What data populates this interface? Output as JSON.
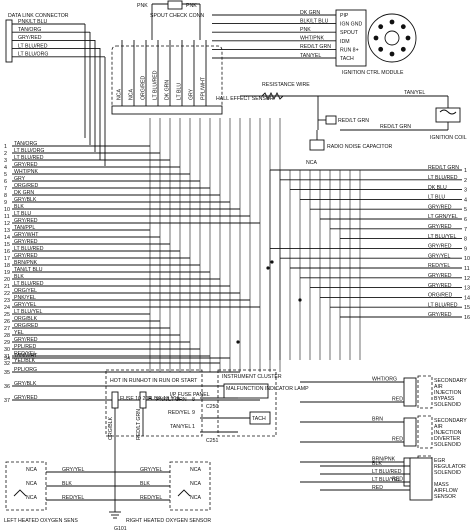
{
  "top": {
    "pnk_left": "PNK",
    "pnk_right": "PNK",
    "spout_check": "SPOUT CHECK CONN"
  },
  "dlc": {
    "title": "DATA LINK CONNECTOR",
    "wires": [
      "PNK/LT BLU",
      "TAN/ORG",
      "GRY/RED",
      "LT BLU/RED",
      "LT BLU/ORG"
    ]
  },
  "hall": {
    "wires": [
      "NCA",
      "NCA",
      "ORG/RED",
      "LT BLU/RED",
      "DK GRN",
      "LT BLU",
      "GRY",
      "PPL/WHT"
    ],
    "label": "HALL EFFECT SENSOR"
  },
  "ignition_module": {
    "inputs": [
      "DK GRN",
      "BLK/LT BLU",
      "PNK",
      "WHT/PNK",
      "RED/LT GRN",
      "TAN/YEL"
    ],
    "pins": [
      "PIP",
      "IGN GND",
      "SPOUT",
      "IDM",
      "RUN 8+",
      "TACH"
    ],
    "label": "IGNITION CTRL MODULE"
  },
  "ign_coil": {
    "wire_top": "TAN/YEL",
    "wire_bottom": "RED/LT GRN",
    "label": "IGNITION COIL"
  },
  "resistance": {
    "label": "RESISTANCE WIRE",
    "radio_wire": "RED/LT GRN",
    "radio_cap": "RADIO NOISE CAPACITOR",
    "nca": "NCA"
  },
  "pcm_left": {
    "pins": [
      {
        "n": "1",
        "w": "TAN/ORG"
      },
      {
        "n": "2",
        "w": "LT BLU/ORG"
      },
      {
        "n": "3",
        "w": "LT BLU/RED"
      },
      {
        "n": "4",
        "w": "GRY/RED"
      },
      {
        "n": "5",
        "w": "WHT/PNK"
      },
      {
        "n": "6",
        "w": "GRY"
      },
      {
        "n": "7",
        "w": "ORG/RED"
      },
      {
        "n": "8",
        "w": "DK GRN"
      },
      {
        "n": "9",
        "w": "GRY/BLK"
      },
      {
        "n": "10",
        "w": "BLK"
      },
      {
        "n": "11",
        "w": "LT BLU"
      },
      {
        "n": "12",
        "w": "GRY/RED"
      },
      {
        "n": "13",
        "w": "TAN/PPL"
      },
      {
        "n": "14",
        "w": "GRY/WHT"
      },
      {
        "n": "15",
        "w": "GRY/RED"
      },
      {
        "n": "16",
        "w": "LT BLU/RED"
      },
      {
        "n": "17",
        "w": "GRY/RED"
      },
      {
        "n": "18",
        "w": "BRN/PNK"
      },
      {
        "n": "19",
        "w": "TAN/LT BLU"
      },
      {
        "n": "20",
        "w": "BLK"
      },
      {
        "n": "21",
        "w": "LT BLU/RED"
      },
      {
        "n": "22",
        "w": "ORG/YEL"
      },
      {
        "n": "23",
        "w": "PNK/YEL"
      },
      {
        "n": "24",
        "w": "GRY/YEL"
      },
      {
        "n": "25",
        "w": "LT BLU/YEL"
      },
      {
        "n": "26",
        "w": "ORG/BLK"
      },
      {
        "n": "27",
        "w": "ORG/RED"
      },
      {
        "n": "28",
        "w": "YEL"
      },
      {
        "n": "29",
        "w": "GRY/RED"
      },
      {
        "n": "30",
        "w": "PPL/RED"
      },
      {
        "n": "31",
        "w": "RED/YEL"
      },
      {
        "n": "32",
        "w": "YEL/BLK"
      },
      {
        "n": "34",
        "w": "TAN/WHT"
      },
      {
        "n": "35",
        "w": "PPL/ORG"
      },
      {
        "n": "36",
        "w": "GRY/BLK"
      },
      {
        "n": "37",
        "w": "GRY/RED"
      }
    ]
  },
  "pcm_right": {
    "pins": [
      {
        "n": "1",
        "w": "RED/LT GRN"
      },
      {
        "n": "2",
        "w": "LT BLU/RED"
      },
      {
        "n": "3",
        "w": "DK BLU"
      },
      {
        "n": "4",
        "w": "LT BLU"
      },
      {
        "n": "5",
        "w": "GRY/RED"
      },
      {
        "n": "6",
        "w": "LT GRN/YEL"
      },
      {
        "n": "7",
        "w": "GRY/RED"
      },
      {
        "n": "8",
        "w": "LT BLU/YEL"
      },
      {
        "n": "9",
        "w": "GRY/RED"
      },
      {
        "n": "10",
        "w": "GRY/YEL"
      },
      {
        "n": "11",
        "w": "RED/YEL"
      },
      {
        "n": "12",
        "w": "GRY/RED"
      },
      {
        "n": "13",
        "w": "GRY/RED"
      },
      {
        "n": "14",
        "w": "ORG/RED"
      },
      {
        "n": "15",
        "w": "LT BLU/RED"
      },
      {
        "n": "16",
        "w": "GRY/RED"
      }
    ]
  },
  "solenoids": [
    {
      "wire": "WHT/ORG",
      "gnd": "RED",
      "label": "SECONDARY AIR INJECTION BYPASS SOLENOID"
    },
    {
      "wire": "BRN",
      "gnd": "RED",
      "label": "SECONDARY AIR INJECTION DIVERTER SOLENOID"
    },
    {
      "wire": "BRN/PNK",
      "gnd": "RED",
      "label": "EGR REGULATOR SOLENOID"
    }
  ],
  "maf": {
    "wires": [
      "BLK",
      "LT BLU/RED",
      "LT BLU/YEL",
      "RED"
    ],
    "label": "MASS AIRFLOW SENSOR"
  },
  "fuse": {
    "hot_run": "HOT IN RUN",
    "hot_run_start": "HOT IN RUN OR START",
    "fuse10": "FUSE 10 20A",
    "fuse18": "FUSE 18 10A",
    "panel": "I/P FUSE PANEL",
    "wire1": "ORG/BLK",
    "wire2": "RED/LT GRN"
  },
  "cluster": {
    "title": "INSTRUMENT CLUSTER",
    "lamp": "MALFUNCTION INDICATOR LAMP",
    "c250": "C250",
    "c251": "C251",
    "w1": "PNK/LT GRN",
    "w1pin": "8",
    "w2": "RED/YEL",
    "w2pin": "9",
    "w3": "TAN/YEL",
    "w3pin": "1",
    "tach": "TACH"
  },
  "o2": {
    "left_label": "LEFT HEATED OXYGEN SENS",
    "right_label": "RIGHT HEATED OXYGEN SENSOR",
    "rows": [
      {
        "a": "NCA",
        "b": "GRY/YEL"
      },
      {
        "a": "NCA",
        "b": "BLK"
      },
      {
        "a": "NCA",
        "b": "RED/YEL"
      }
    ],
    "g101": "G101"
  }
}
